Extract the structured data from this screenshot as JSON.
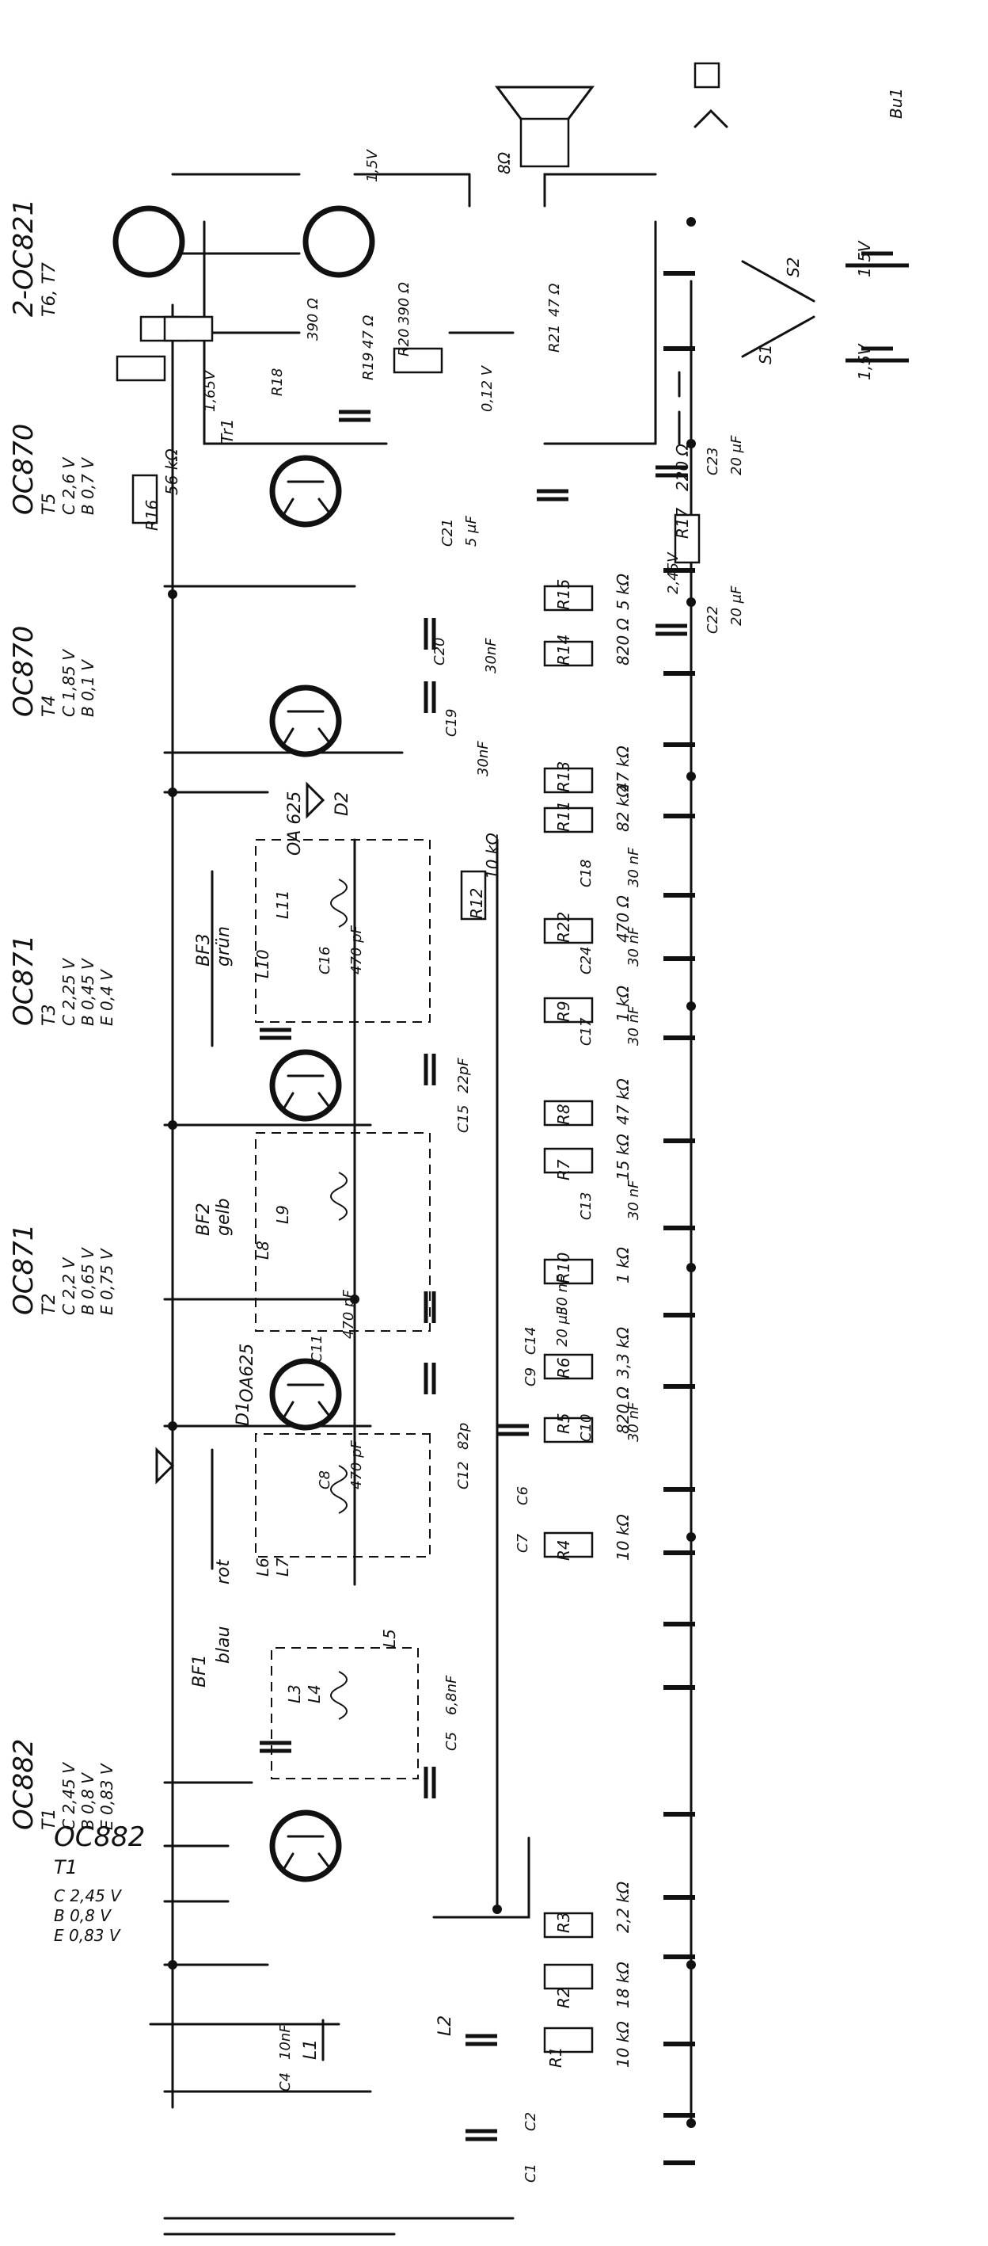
{
  "transistors": [
    {
      "type": "OC882",
      "ref": "T1",
      "voltages": [
        "C 2,45 V",
        "B 0,8 V",
        "E 0,83 V"
      ]
    },
    {
      "type": "OC871",
      "ref": "T2",
      "voltages": [
        "C 2,2 V",
        "B 0,65 V",
        "E 0,75 V"
      ]
    },
    {
      "type": "OC871",
      "ref": "T3",
      "voltages": [
        "C 2,25 V",
        "B 0,45 V",
        "E 0,4 V"
      ]
    },
    {
      "type": "OC870",
      "ref": "T4",
      "voltages": [
        "C 1,85 V",
        "B 0,1 V"
      ]
    },
    {
      "type": "OC870",
      "ref": "T5",
      "voltages": [
        "C 2,6 V",
        "B 0,7 V"
      ]
    },
    {
      "type": "2-OC821",
      "ref": "T6, T7",
      "voltages": []
    }
  ],
  "filters": [
    {
      "name": "BF1",
      "color": "blau"
    },
    {
      "name": "BF2",
      "color": "gelb"
    },
    {
      "name": "BF3",
      "color": "grün"
    },
    {
      "name": "",
      "color": "rot"
    }
  ],
  "diodes": [
    {
      "ref": "D1",
      "type": "OA625"
    },
    {
      "ref": "D2",
      "type": "OA 625"
    }
  ],
  "inductors": [
    "L1",
    "L2",
    "L3",
    "L4",
    "L5",
    "L6",
    "L7",
    "L8",
    "L9",
    "L10",
    "L11"
  ],
  "bottom_resistors": [
    {
      "ref": "R1",
      "value": "10 kΩ"
    },
    {
      "ref": "R2",
      "value": "18 kΩ"
    },
    {
      "ref": "R3",
      "value": "2,2 kΩ"
    },
    {
      "ref": "R4",
      "value": "10 kΩ"
    },
    {
      "ref": "R5",
      "value": "820 Ω"
    },
    {
      "ref": "R6",
      "value": "3,3 kΩ"
    },
    {
      "ref": "R10",
      "value": "1 kΩ"
    },
    {
      "ref": "R7",
      "value": "15 kΩ"
    },
    {
      "ref": "R8",
      "value": "47 kΩ"
    },
    {
      "ref": "R9",
      "value": "1 kΩ"
    },
    {
      "ref": "R22",
      "value": "470 Ω"
    },
    {
      "ref": "R11",
      "value": "82 kΩ"
    },
    {
      "ref": "R13",
      "value": "47 kΩ"
    },
    {
      "ref": "R14",
      "value": "820 Ω"
    },
    {
      "ref": "R15",
      "value": "5 kΩ"
    },
    {
      "ref": "R12",
      "value": "10 kΩ"
    },
    {
      "ref": "R16",
      "value": "56 kΩ"
    },
    {
      "ref": "R17",
      "value": "220 Ω"
    },
    {
      "ref": "R18",
      "value": "390 Ω"
    },
    {
      "ref": "R19",
      "value": "47 Ω"
    },
    {
      "ref": "R20",
      "value": "390 Ω"
    },
    {
      "ref": "R21",
      "value": "47 Ω"
    }
  ],
  "capacitors": [
    {
      "ref": "C1",
      "value": ""
    },
    {
      "ref": "C2",
      "value": ""
    },
    {
      "ref": "C4",
      "value": "10nF"
    },
    {
      "ref": "C5",
      "value": "6,8nF"
    },
    {
      "ref": "C6",
      "value": ""
    },
    {
      "ref": "C7",
      "value": ""
    },
    {
      "ref": "C8",
      "value": "470 pF"
    },
    {
      "ref": "C9",
      "value": "20 μF"
    },
    {
      "ref": "C10",
      "value": "30 nF"
    },
    {
      "ref": "C11",
      "value": "470 pF"
    },
    {
      "ref": "C12",
      "value": "82p"
    },
    {
      "ref": "C13",
      "value": "30 nF"
    },
    {
      "ref": "C14",
      "value": "30 nF"
    },
    {
      "ref": "C15",
      "value": "22pF"
    },
    {
      "ref": "C16",
      "value": "470 pF"
    },
    {
      "ref": "C17",
      "value": "30 nF"
    },
    {
      "ref": "C18",
      "value": "30 nF"
    },
    {
      "ref": "C19",
      "value": "30nF"
    },
    {
      "ref": "C20",
      "value": "30nF"
    },
    {
      "ref": "C21",
      "value": "5 μF"
    },
    {
      "ref": "C22",
      "value": "20 μF"
    },
    {
      "ref": "C23",
      "value": "20 μF"
    },
    {
      "ref": "C24",
      "value": "30 nF"
    }
  ],
  "supply": {
    "battery1": "1,5V",
    "battery2": "1,5V",
    "switch1": "S1",
    "switch2": "S2"
  },
  "voltage_notes": [
    "1,65V",
    "0,12 V",
    "1,5V",
    "2,45V"
  ],
  "speaker": {
    "impedance": "8Ω"
  },
  "output": {
    "transformer": "Tr1",
    "jack": "Bu1"
  }
}
